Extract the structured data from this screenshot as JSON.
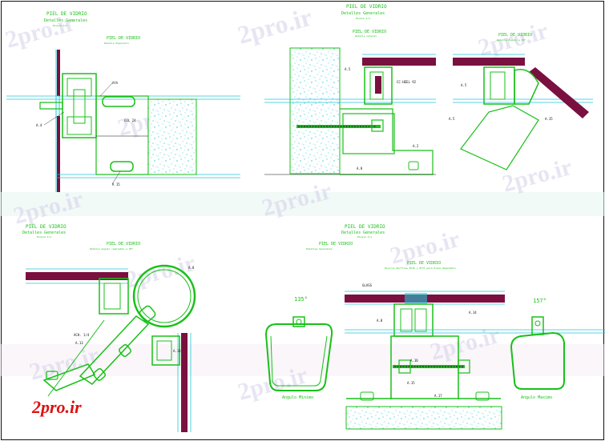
{
  "watermark": "2pro.ir",
  "logo": "2pro.ir",
  "panels": [
    {
      "title": "PIEL DE VIDRIO",
      "subtitle": "Detalles Generales",
      "scale": "Escala 1/1",
      "detail": "PIEL DE VIDRIO",
      "detail_sub": "Detalle Esquinero"
    },
    {
      "title": "PIEL DE VIDRIO",
      "subtitle": "Detalles Generales",
      "scale": "Escala 1/1",
      "detail": "PIEL DE VIDRIO",
      "detail_sub": "Detalle Lateral"
    },
    {
      "detail": "PIEL DE VIDRIO",
      "detail_sub": "Detalle Angulo a 45°"
    },
    {
      "title": "PIEL DE VIDRIO",
      "subtitle": "Detalles Generales",
      "scale": "Escala 1/1",
      "detail": "PIEL DE VIDRIO",
      "detail_sub": "Detalle angulo regulable a 90°"
    },
    {
      "title": "PIEL DE VIDRIO",
      "subtitle": "Detalles Generales",
      "scale": "Escala 1/1",
      "detail": "PIEL DE VIDRIO",
      "detail_sub": "Hierros Perfiles 8716 y 8777 para Piano Regulable"
    }
  ],
  "angles": {
    "min": "135°",
    "max": "157°"
  },
  "captions": {
    "min": "Angulo Minimo",
    "max": "Angulo Maximo"
  },
  "colors": {
    "line": "#18c018",
    "cyan": "#20c8d8",
    "maroon": "#7a1040",
    "dark": "#101010",
    "logo": "#e01010"
  }
}
